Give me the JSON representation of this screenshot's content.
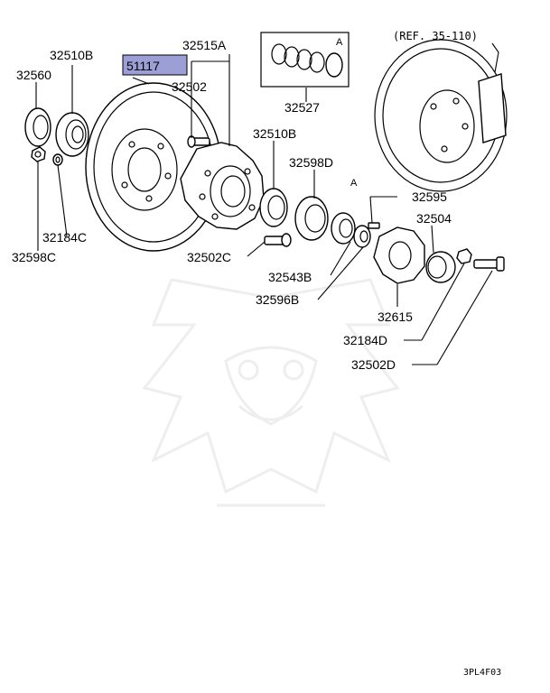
{
  "diagram": {
    "labels": {
      "p32510B_top": "32510B",
      "p32560": "32560",
      "p51117": "51117",
      "p32515A": "32515A",
      "p32502": "32502",
      "p32527": "32527",
      "p32527_marker": "A",
      "ref": "(REF. 35-110)",
      "p32510B_mid": "32510B",
      "p32598D": "32598D",
      "p32595_marker": "A",
      "p32595": "32595",
      "p32504": "32504",
      "p32184C": "32184C",
      "p32598C": "32598C",
      "p32502C": "32502C",
      "p32543B": "32543B",
      "p32596B": "32596B",
      "p32615": "32615",
      "p32184D": "32184D",
      "p32502D": "32502D"
    },
    "highlight_color": "#9b9fd6",
    "diagram_code": "3PL4F03"
  }
}
